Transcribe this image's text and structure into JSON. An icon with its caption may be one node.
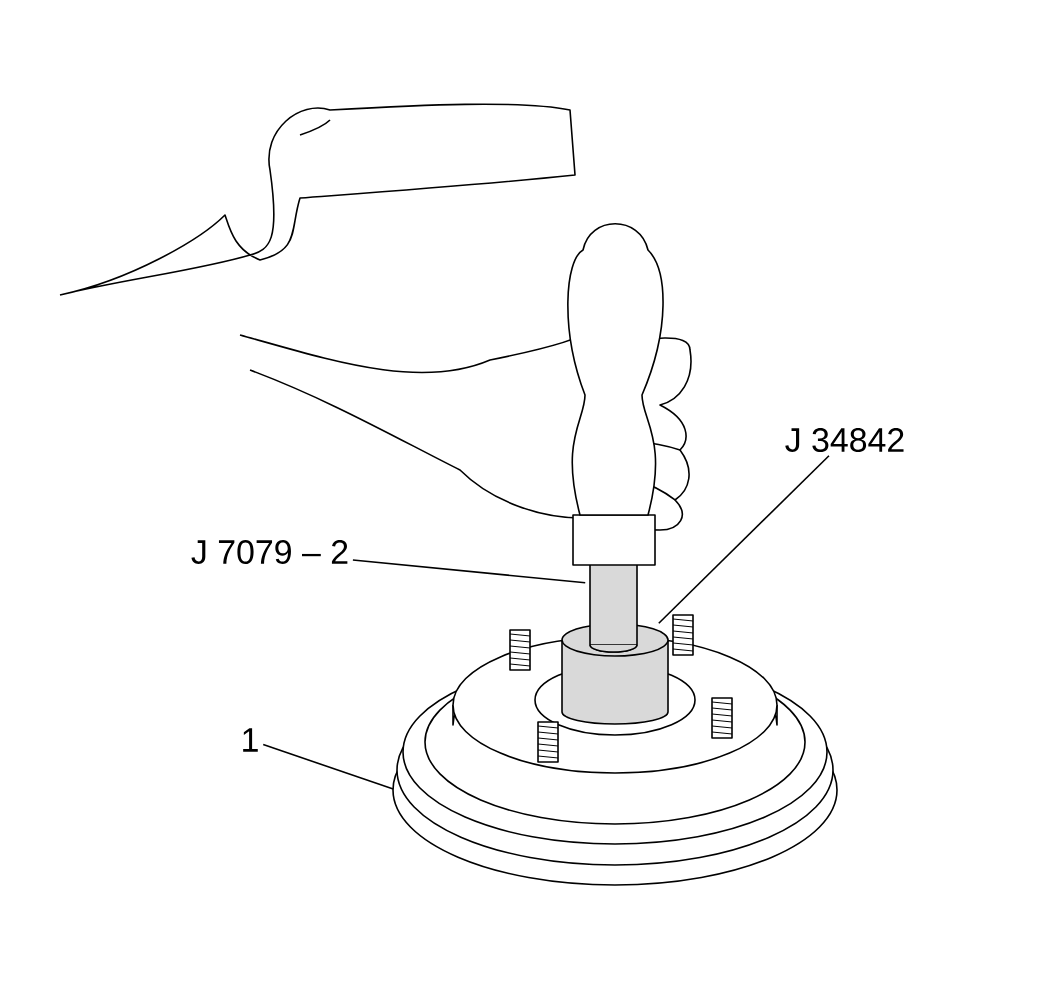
{
  "diagram": {
    "nodes": [
      {
        "text": [
          "J 34842"
        ]
      },
      {
        "text": [
          "J 7079 – 2"
        ]
      },
      {
        "text": [
          "1"
        ]
      },
      {
        "text": [],
        "shape": "cylinder"
      },
      {
        "text": [],
        "shape": "picture"
      },
      {
        "text": [],
        "shape": "picture"
      }
    ],
    "edges": [
      {
        "from": 0,
        "to": 3,
        "arrow": "none"
      },
      {
        "from": 1,
        "to": 4,
        "arrow": "none"
      },
      {
        "from": 2,
        "to": 5,
        "arrow": "none"
      }
    ]
  }
}
